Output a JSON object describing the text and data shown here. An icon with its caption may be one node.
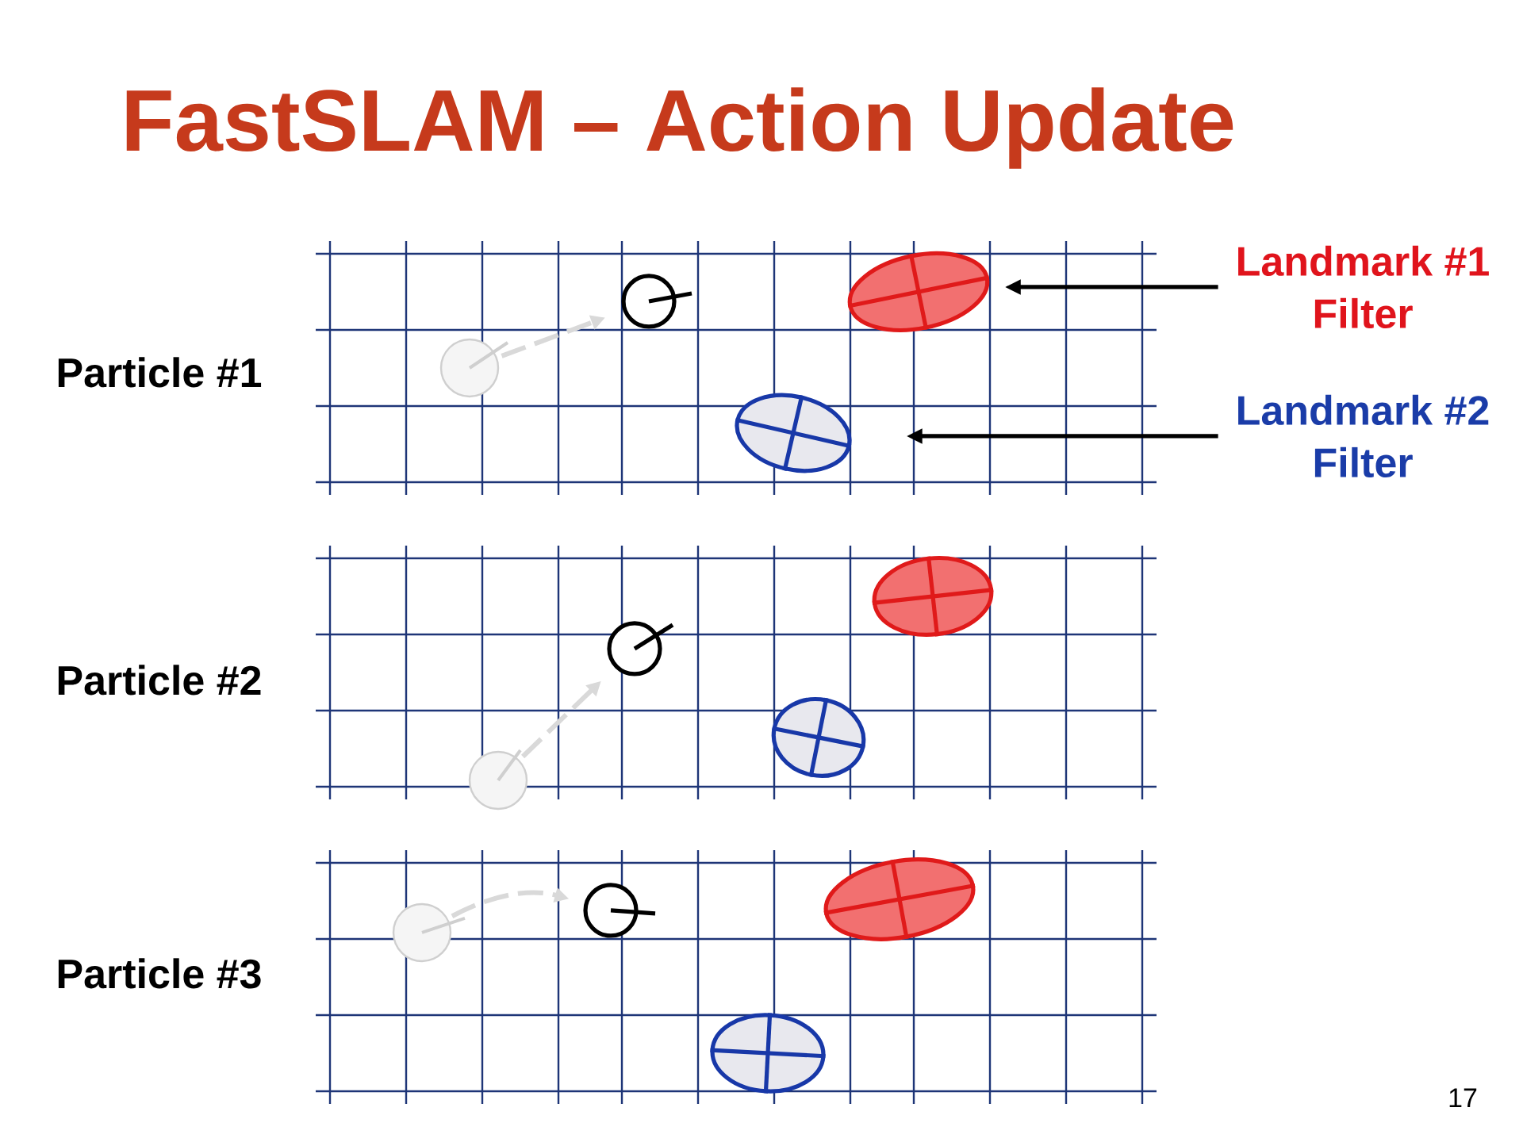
{
  "diagram": {
    "title": "FastSLAM – Action Update",
    "nodes": [
      {
        "text": [],
        "shape": "circle"
      },
      {
        "text": [],
        "shape": "circle"
      },
      {
        "text": [],
        "shape": "ellipse"
      },
      {
        "text": [],
        "shape": "ellipse"
      },
      {
        "text": [
          "Landmark #1 Filter"
        ]
      },
      {
        "text": [
          "Landmark #2 Filter"
        ]
      },
      {
        "text": [],
        "shape": "circle"
      },
      {
        "text": [],
        "shape": "circle"
      },
      {
        "text": [],
        "shape": "ellipse"
      },
      {
        "text": [],
        "shape": "ellipse"
      },
      {
        "text": [],
        "shape": "circle"
      },
      {
        "text": [],
        "shape": "circle"
      },
      {
        "text": [],
        "shape": "ellipse"
      },
      {
        "text": [],
        "shape": "ellipse"
      }
    ],
    "edges": [
      {
        "from": 0,
        "to": 1,
        "arrow": "to",
        "style": "dashed",
        "color": "#d9d9d9"
      },
      {
        "from": 4,
        "to": 2,
        "arrow": "to",
        "color": "#000000"
      },
      {
        "from": 5,
        "to": 3,
        "arrow": "to",
        "color": "#000000"
      },
      {
        "from": 6,
        "to": 7,
        "arrow": "to",
        "style": "dashed",
        "color": "#d9d9d9"
      },
      {
        "from": 10,
        "to": 11,
        "arrow": "to",
        "style": "dashed",
        "color": "#d9d9d9"
      }
    ],
    "labels": [
      "Particle #1",
      "Particle #2",
      "Particle #3",
      "17"
    ]
  }
}
